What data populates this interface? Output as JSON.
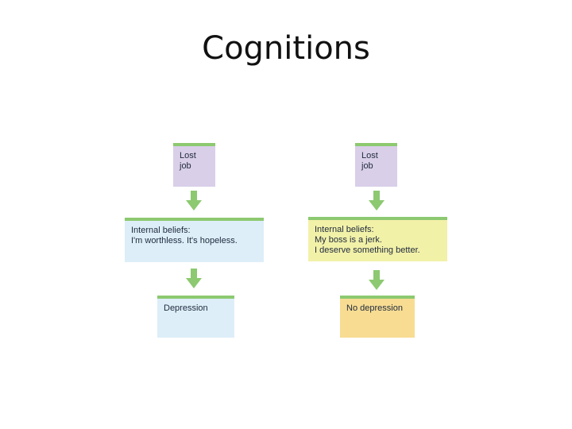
{
  "title": "Cognitions",
  "colors": {
    "event_fill": "#d9cfe9",
    "left_fill": "#ddeef8",
    "right_fill": "#f2f1a8",
    "no_depression_fill": "#f7dc92",
    "accent_green": "#8cc970"
  },
  "left": {
    "event": "Lost job",
    "belief_heading": "Internal beliefs:",
    "belief_line1": "I'm worthless. It's hopeless.",
    "outcome": "Depression"
  },
  "right": {
    "event": "Lost job",
    "belief_heading": "Internal beliefs:",
    "belief_line1": "My boss is a jerk.",
    "belief_line2": "I deserve something better.",
    "outcome": "No depression"
  },
  "icons": {
    "arrow": "down-arrow-icon"
  }
}
